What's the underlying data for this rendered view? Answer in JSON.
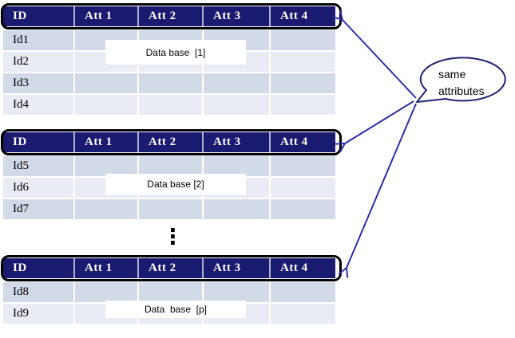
{
  "columns": [
    "ID",
    "Att 1",
    "Att 2",
    "Att 3",
    "Att 4"
  ],
  "tables": [
    {
      "label": "Data base  [1]",
      "rows": [
        "Id1",
        "Id2",
        "Id3",
        "Id4"
      ]
    },
    {
      "label": "Data base [2]",
      "rows": [
        "Id5",
        "Id6",
        "Id7"
      ]
    },
    {
      "label": "Data  base  [p]",
      "rows": [
        "Id8",
        "Id9"
      ]
    }
  ],
  "ellipsis": "⋮",
  "callout": {
    "line1": "same",
    "line2": "attributes"
  },
  "colors": {
    "header_bg": "#1A1A70",
    "row_dark": "#D2D9E7",
    "row_light": "#E9ECF4",
    "arrow": "#2A2FA8",
    "callout_outline": "#1F2470"
  }
}
